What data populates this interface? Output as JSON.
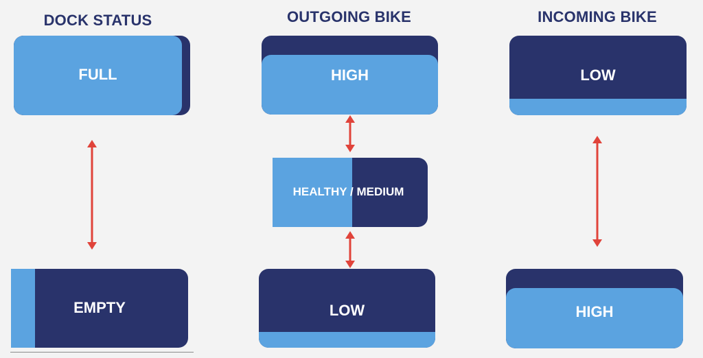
{
  "columns": {
    "dock_status": {
      "title": "DOCK STATUS",
      "top_label": "FULL",
      "bottom_label": "EMPTY"
    },
    "outgoing_bike": {
      "title": "OUTGOING BIKE",
      "top_label": "HIGH",
      "middle_label": "HEALTHY / MEDIUM",
      "bottom_label": "LOW"
    },
    "incoming_bike": {
      "title": "INCOMING BIKE",
      "top_label": "LOW",
      "bottom_label": "HIGH"
    }
  },
  "colors": {
    "dark_blue": "#29336b",
    "light_blue": "#5ba3e0",
    "arrow_red": "#e0433a",
    "background": "#f3f3f3"
  }
}
